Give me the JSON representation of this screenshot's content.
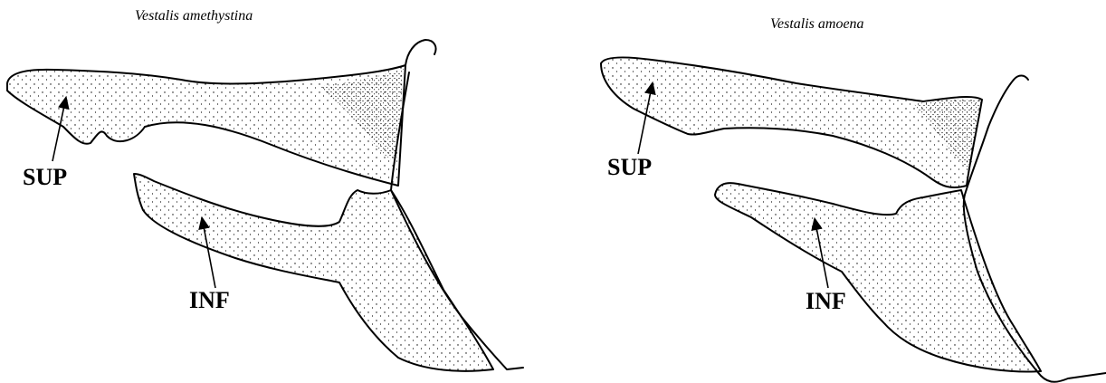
{
  "panels": [
    {
      "species": "Vestalis amethystina",
      "labels": {
        "superior": "SUP",
        "inferior": "INF"
      }
    },
    {
      "species": "Vestalis amoena",
      "labels": {
        "superior": "SUP",
        "inferior": "INF"
      }
    }
  ]
}
